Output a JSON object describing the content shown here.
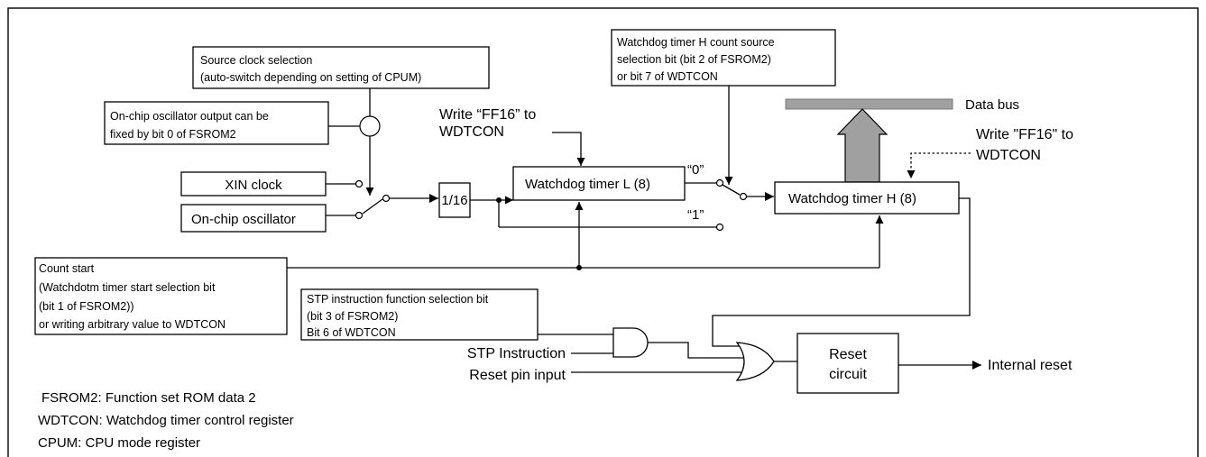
{
  "labels": {
    "source_clock_line1": "Source clock selection",
    "source_clock_line2": "(auto-switch depending on setting of CPUM)",
    "onchip_fix_line1": "On-chip oscillator output can be",
    "onchip_fix_line2": "fixed by bit 0 of FSROM2",
    "xin_clock": "XIN clock",
    "onchip_osc": "On-chip oscillator",
    "divider": "1/16",
    "write_ff16_l_line1": "Write “FF16” to",
    "write_ff16_l_line2": "WDTCON",
    "wdt_l": "Watchdog timer L (8)",
    "sel_0": "“0”",
    "sel_1": "“1”",
    "wdt_h_src_line1": "Watchdog timer H count source",
    "wdt_h_src_line2": "selection bit (bit 2 of FSROM2)",
    "wdt_h_src_line3": "or bit 7 of WDTCON",
    "data_bus": "Data bus",
    "write_ff16_h_line1": "Write \"FF16\" to",
    "write_ff16_h_line2": "WDTCON",
    "wdt_h": "Watchdog timer H (8)",
    "count_start_line1": "Count start",
    "count_start_line2": "(Watchdotm timer start selection bit",
    "count_start_line3": "(bit 1 of FSROM2))",
    "count_start_line4": "or writing arbitrary value to WDTCON",
    "stp_sel_line1": "STP instruction function selection bit",
    "stp_sel_line2": "(bit 3 of FSROM2)",
    "stp_sel_line3": "Bit 6 of WDTCON",
    "stp_instruction": "STP Instruction",
    "reset_pin": "Reset pin input",
    "reset_circuit_line1": "Reset",
    "reset_circuit_line2": "circuit",
    "internal_reset": "Internal reset"
  },
  "legend": [
    "FSROM2: Function set ROM data 2",
    "WDTCON: Watchdog timer control register",
    "CPUM: CPU mode register"
  ],
  "colors": {
    "line": "#000000",
    "data_bus": "#a0a0a0"
  }
}
